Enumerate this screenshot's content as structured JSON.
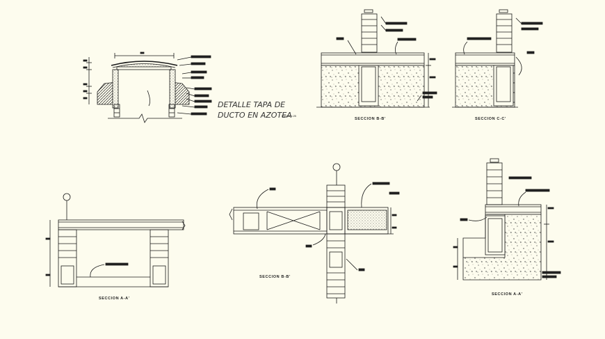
{
  "detail_title": {
    "line1": "DETALLE TAPA DE",
    "line2": "DUCTO EN AZOTEA",
    "scale": "Escala 1:25"
  },
  "captions": {
    "section_bb_top": "SECCION B-B'",
    "section_cc": "SECCION C-C'",
    "section_aa_left": "SECCION A-A'",
    "section_bb_mid": "SECCION B-B'",
    "section_aa_right": "SECCION A-A'"
  },
  "colors": {
    "background": "#fdfcee",
    "line": "#1a1a1a",
    "hatch": "#555555"
  }
}
